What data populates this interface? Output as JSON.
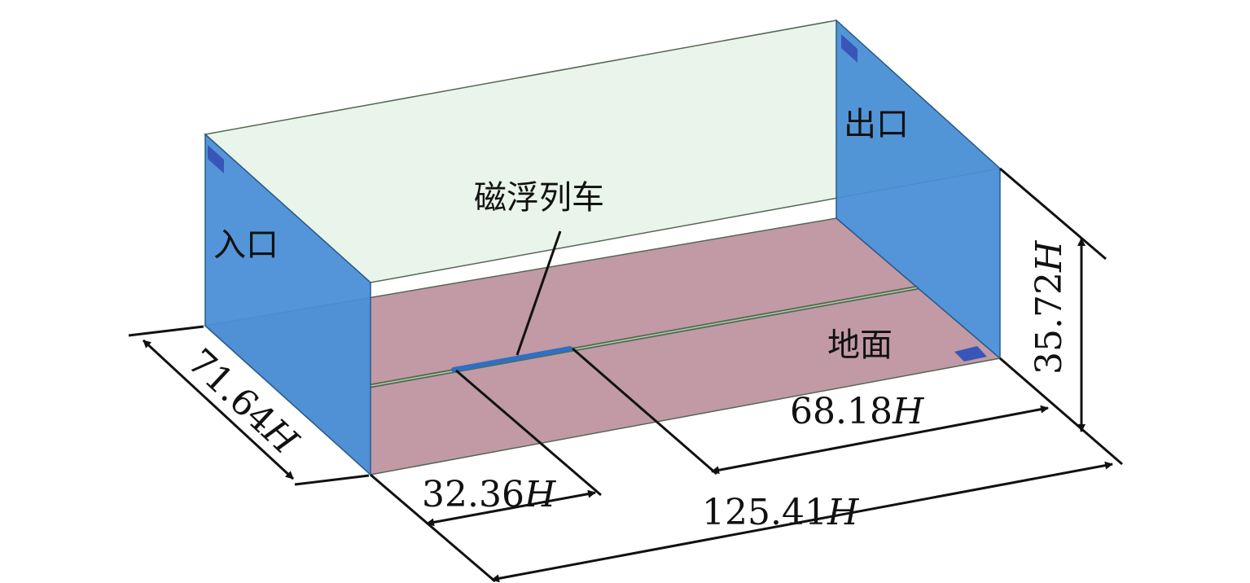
{
  "labels": {
    "inlet": "入口",
    "outlet": "出口",
    "train": "磁浮列车",
    "ground": "地面"
  },
  "dimensions": {
    "width": {
      "value": "71.64",
      "unit": "H"
    },
    "train_length": {
      "value": "32.36",
      "unit": "H"
    },
    "total_length": {
      "value": "125.41",
      "unit": "H"
    },
    "downstream_length": {
      "value": "68.18",
      "unit": "H"
    },
    "height": {
      "value": "35.72",
      "unit": "H"
    }
  },
  "colors": {
    "top_face": "#e9f4ea",
    "wall": "#4a8fd6",
    "floor": "#c19aa6",
    "track": "#4f6b4f",
    "train": "#2f6fc4",
    "marker": "#3a55b8"
  }
}
